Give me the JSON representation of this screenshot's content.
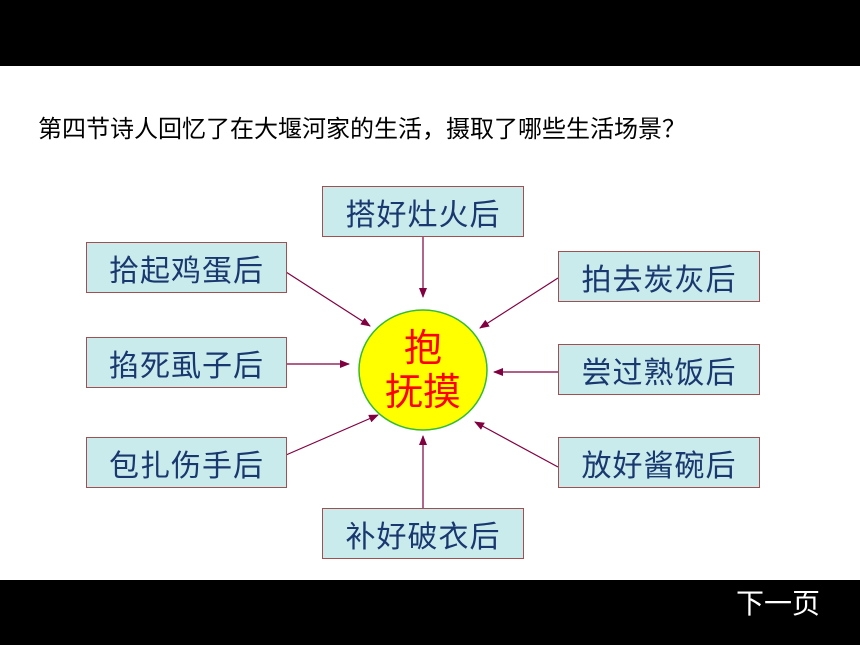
{
  "question": "第四节诗人回忆了在大堰河家的生活，摄取了哪些生活场景？",
  "center": {
    "line1": "抱",
    "line2": "抚摸"
  },
  "boxes": {
    "top": "搭好灶火后",
    "left1": "拾起鸡蛋后",
    "left2": "掐死虱子后",
    "left3": "包扎伤手后",
    "right1": "拍去炭灰后",
    "right2": "尝过熟饭后",
    "right3": "放好酱碗后",
    "bottom": "补好破衣后"
  },
  "navigation": {
    "next_label": "下一页"
  },
  "colors": {
    "box_fill": "#c9ebeb",
    "box_border": "#a05050",
    "box_text": "#1a3870",
    "center_fill": "#ffff00",
    "center_border": "#33bb33",
    "center_text": "#ff0000",
    "arrow": "#800040"
  }
}
